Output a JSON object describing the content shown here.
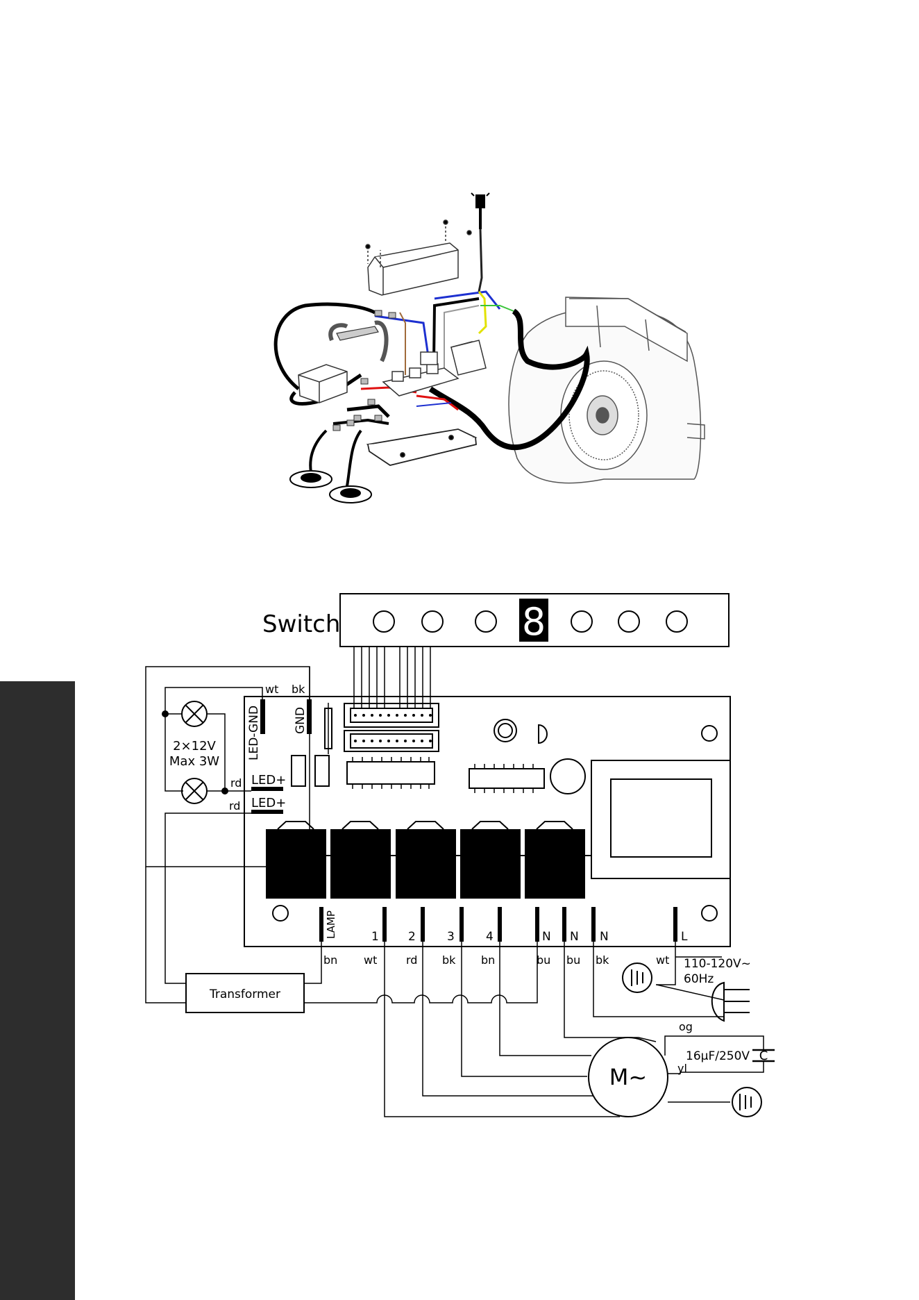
{
  "schematic": {
    "switch_title": "Switch",
    "display_digit": "8",
    "lamp_spec_line1": "2×12V",
    "lamp_spec_line2": "Max 3W",
    "transformer_label": "Transformer",
    "motor_label": "M~",
    "capacitor_label": "C",
    "capacitor_value": "16µF/250V",
    "supply_voltage": "110-120V~",
    "supply_frequency": "60Hz",
    "board_labels": {
      "led_gnd": "LED-GND",
      "gnd": "GND",
      "led_plus_1": "LED+",
      "led_plus_2": "LED+",
      "lamp": "LAMP",
      "t1": "1",
      "t2": "2",
      "t3": "3",
      "t4": "4",
      "n1": "N",
      "n2": "N",
      "n3": "N",
      "l": "L"
    },
    "wire_colors": {
      "led_gnd_wt": "wt",
      "gnd_bk": "bk",
      "led_rd_1": "rd",
      "led_rd_2": "rd",
      "lamp_bn": "bn",
      "t1_wt": "wt",
      "t2_rd": "rd",
      "t3_bk": "bk",
      "t4_bn": "bn",
      "n1_bu": "bu",
      "n2_bu": "bu",
      "n3_bk": "bk",
      "l_wt": "wt",
      "cap_og": "og",
      "cap_yl": "yl"
    }
  }
}
